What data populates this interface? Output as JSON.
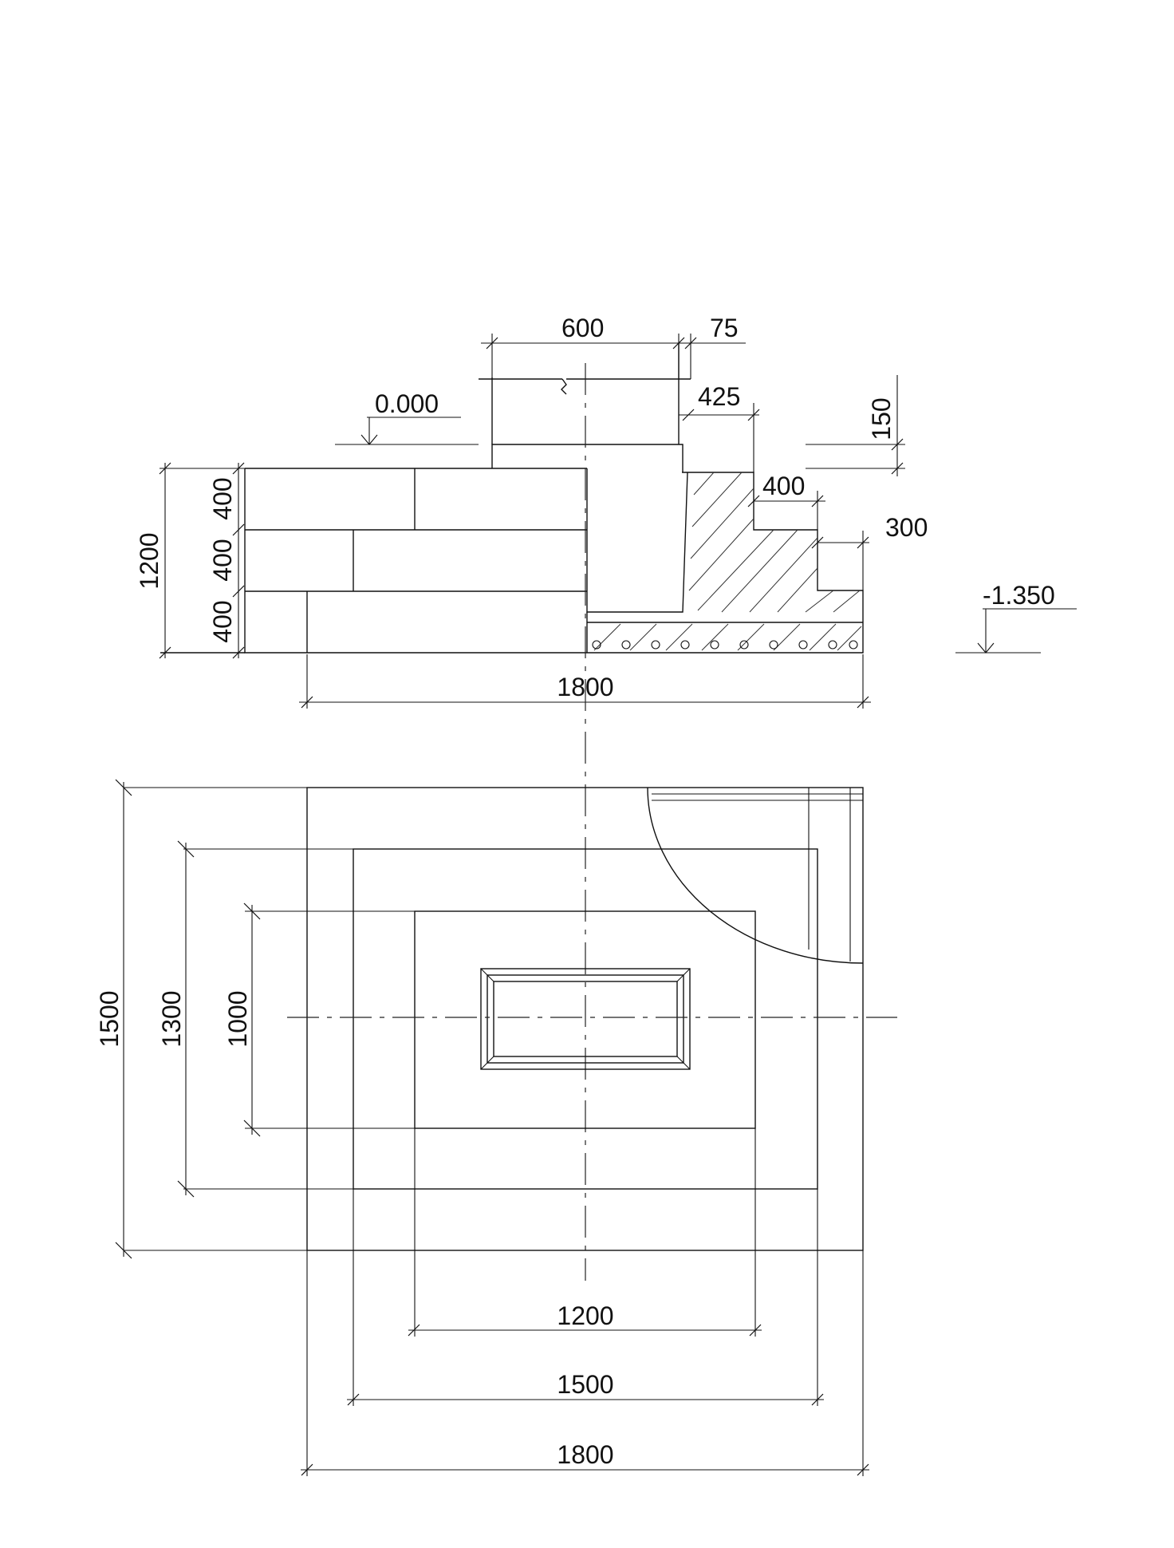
{
  "section": {
    "top_dims": {
      "column_width": "600",
      "offset": "75",
      "step_top": "425",
      "step_height": "150"
    },
    "step_dims": {
      "step2": "400",
      "step3": "300"
    },
    "left_dims": {
      "total_height": "1200",
      "tier_top": "400",
      "tier_mid": "400",
      "tier_bottom": "400"
    },
    "bottom_dim": "1800",
    "elevation_top": "0.000",
    "elevation_bottom": "-1.350"
  },
  "plan": {
    "left_dims": {
      "outer": "1500",
      "middle": "1300",
      "inner": "1000"
    },
    "bottom_dims": {
      "inner": "1200",
      "middle": "1500",
      "outer": "1800"
    }
  }
}
